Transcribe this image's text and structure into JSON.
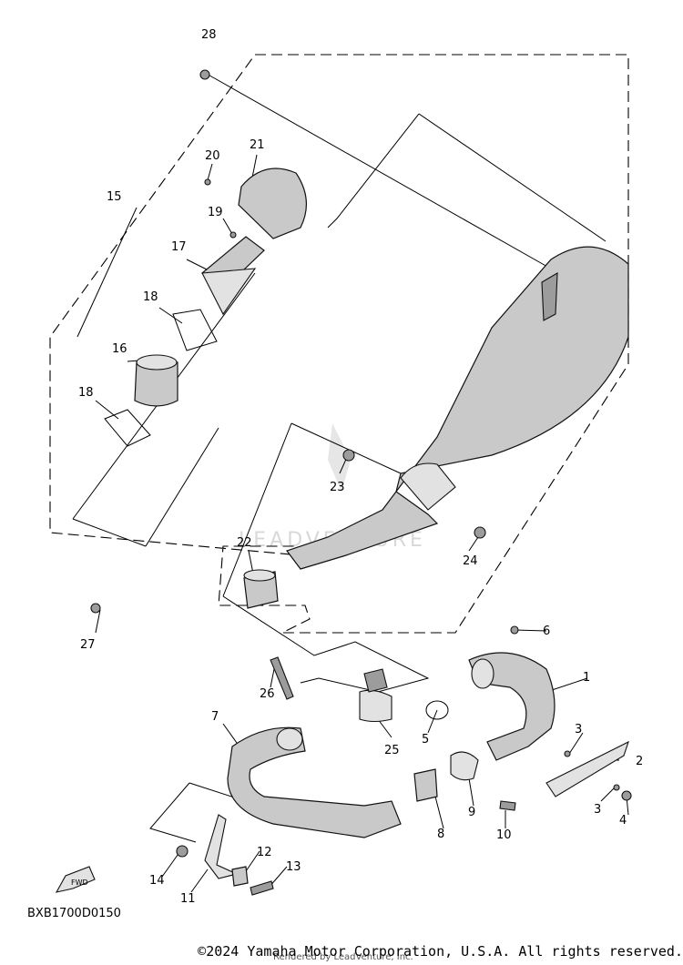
{
  "diagram": {
    "code": "BXB1700D0150",
    "fwd_label": "FWD",
    "watermark": "LEADVENTURE",
    "copyright": "©2024 Yamaha Motor Corporation, U.S.A. All rights reserved.",
    "rendered": "Rendered by LeadVenture, Inc.",
    "callouts": {
      "n1": "1",
      "n2": "2",
      "n3a": "3",
      "n3b": "3",
      "n4": "4",
      "n5": "5",
      "n6": "6",
      "n7": "7",
      "n8": "8",
      "n9": "9",
      "n10": "10",
      "n11": "11",
      "n12": "12",
      "n13": "13",
      "n14": "14",
      "n15": "15",
      "n16": "16",
      "n17": "17",
      "n18a": "18",
      "n18b": "18",
      "n19": "19",
      "n20": "20",
      "n21": "21",
      "n22": "22",
      "n23": "23",
      "n24": "24",
      "n25": "25",
      "n26": "26",
      "n27": "27",
      "n28": "28"
    }
  }
}
